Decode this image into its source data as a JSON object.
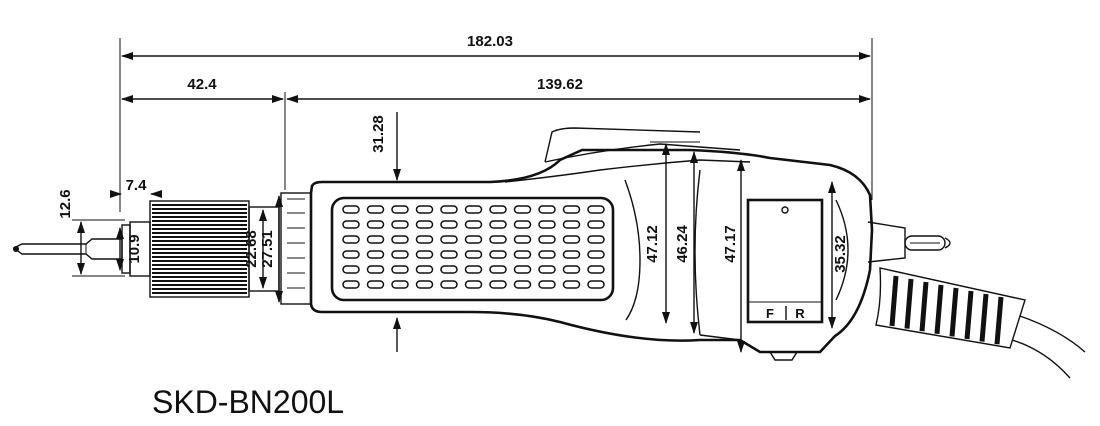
{
  "model_name": "SKD-BN200L",
  "dimensions": {
    "overall_length": "182.03",
    "front_length": "42.4",
    "body_length": "139.62",
    "body_top_offset": "31.28",
    "bit_length": "7.4",
    "bit_holder_dia": "12.6",
    "bit_dia": "10.9",
    "nose_dia": "22.68",
    "neck_dia": "27.51",
    "height_1": "47.12",
    "height_2": "46.24",
    "height_3": "47.17",
    "tail_height": "35.32"
  },
  "switch_label": {
    "left": "F",
    "right": "R"
  }
}
